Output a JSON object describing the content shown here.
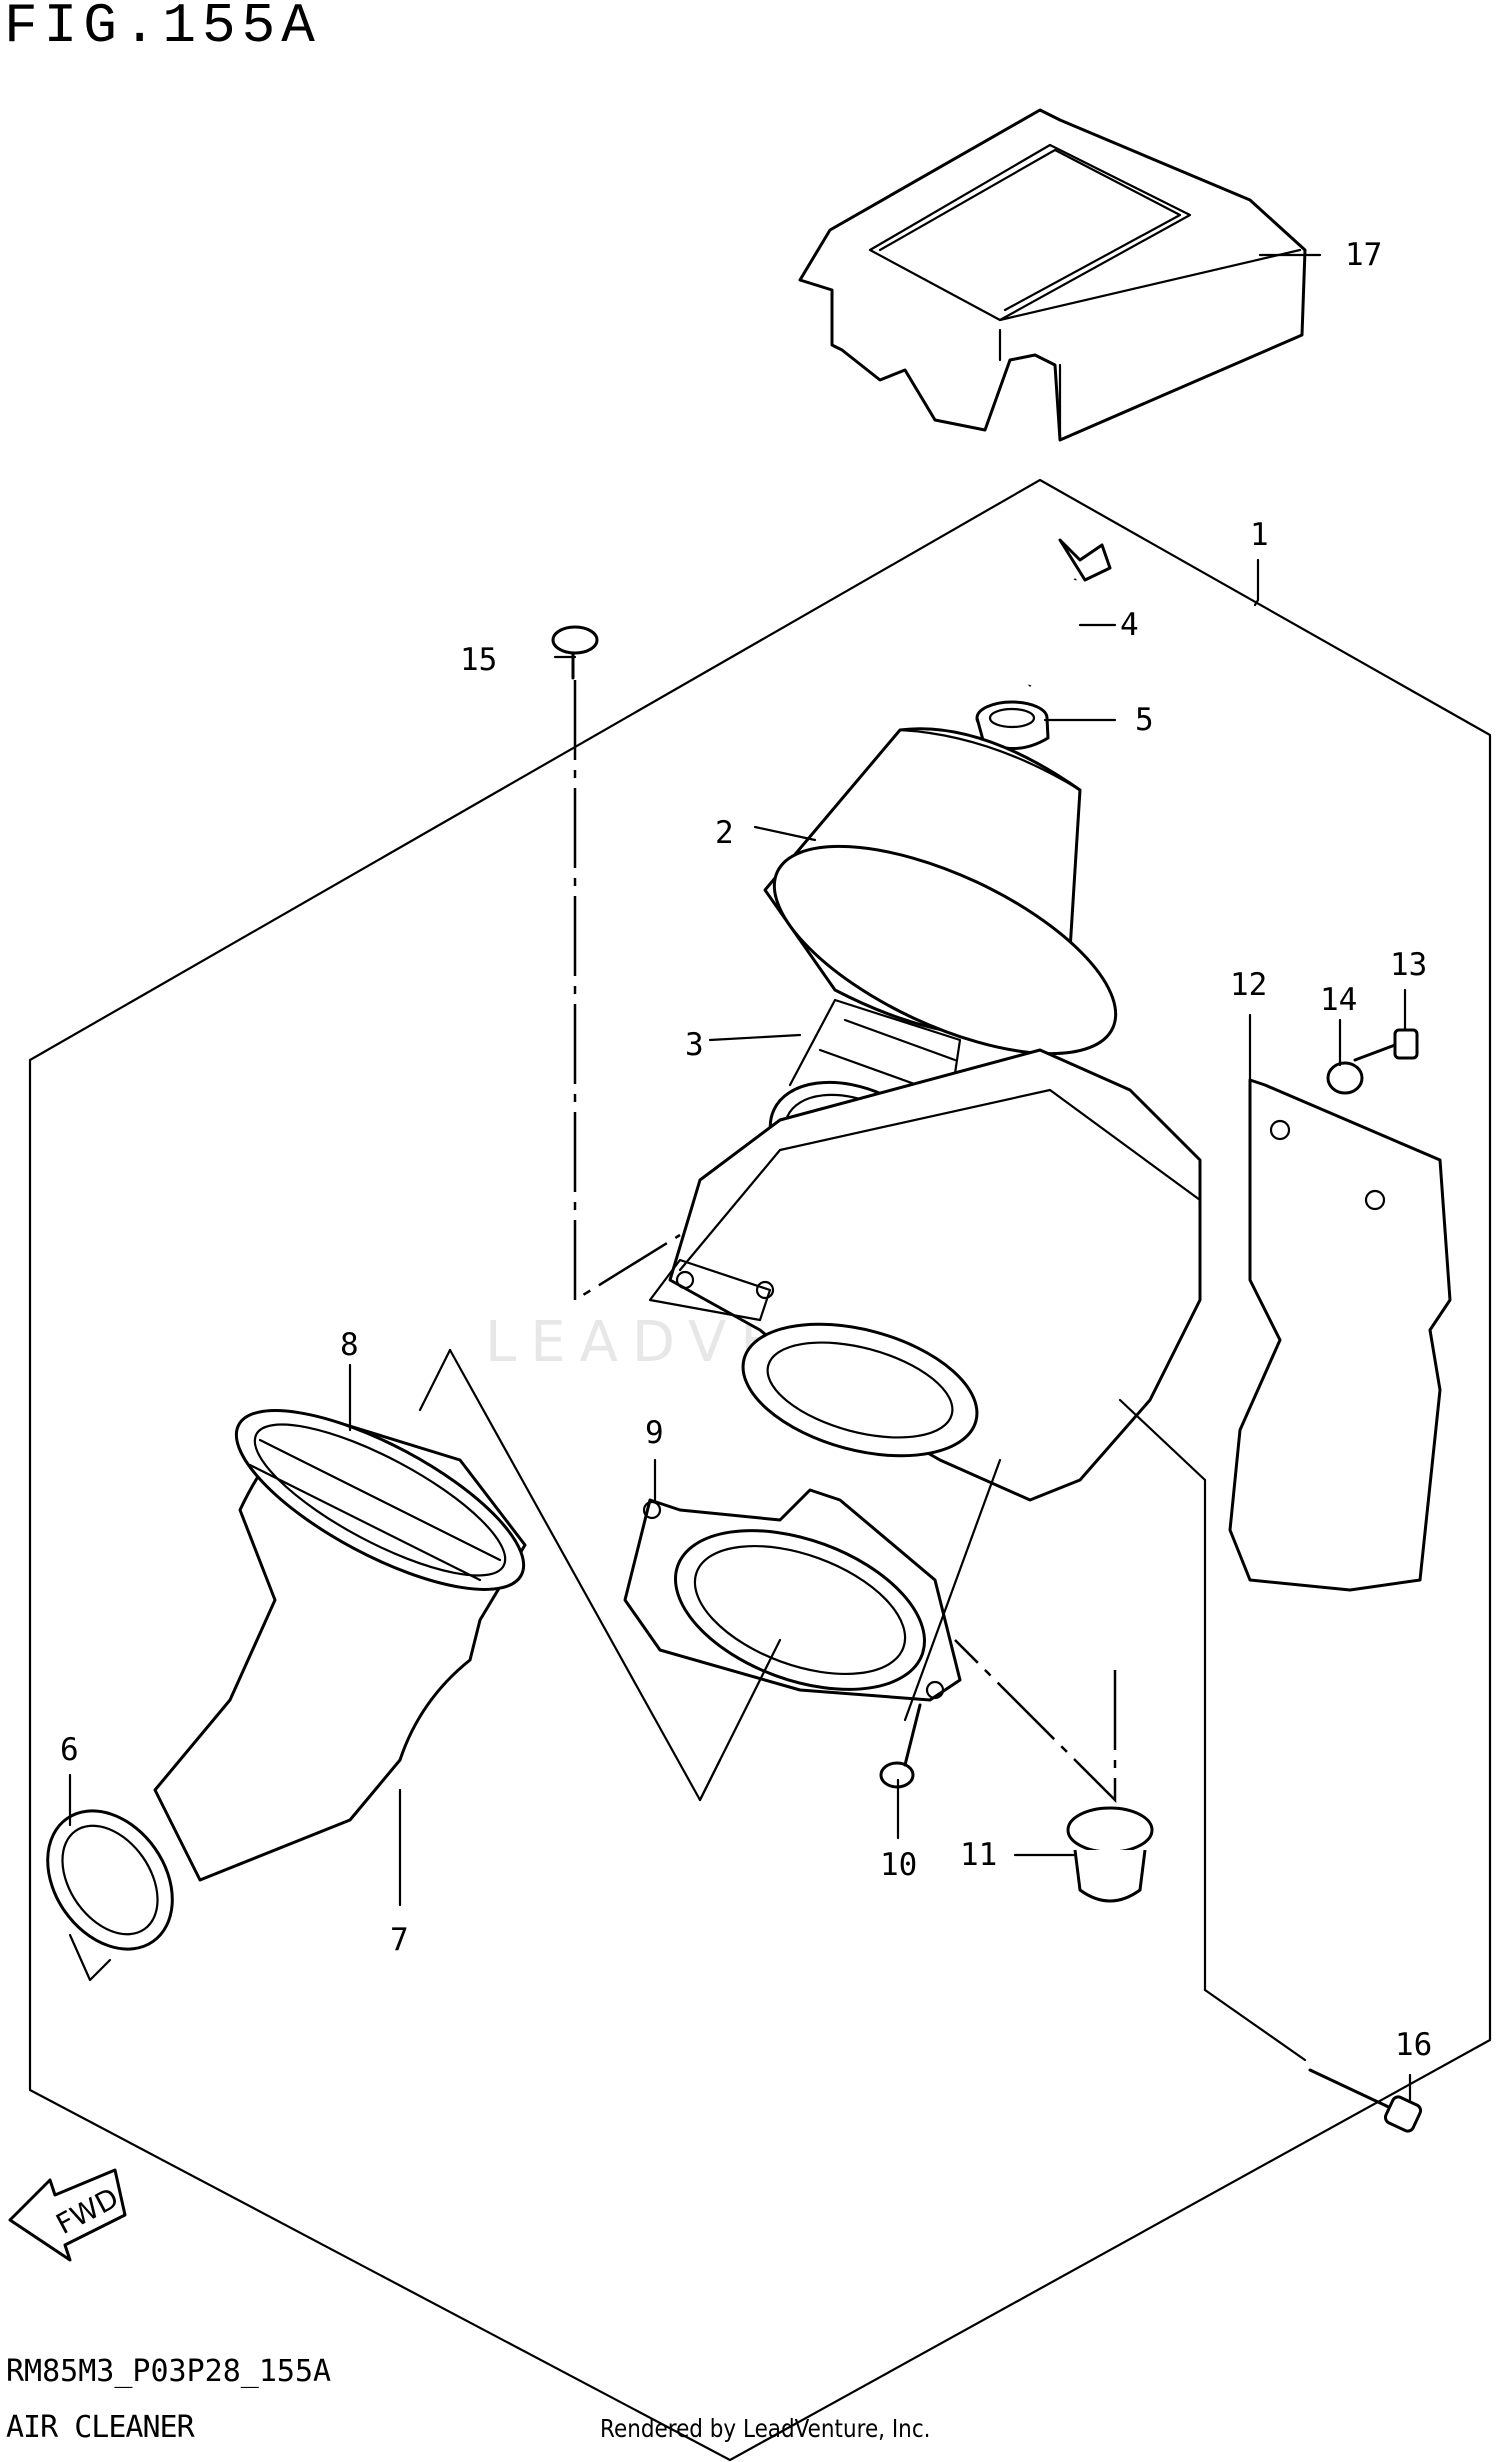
{
  "header": {
    "figure_title": "FIG.155A"
  },
  "footer": {
    "diagram_code": "RM85M3_P03P28_155A",
    "section_name": "AIR CLEANER",
    "credit": "Rendered by LeadVenture, Inc."
  },
  "watermark": {
    "text": "LEADVENTURE"
  },
  "fwd_arrow": {
    "label": "FWD"
  },
  "callouts": {
    "c1": "1",
    "c2": "2",
    "c3": "3",
    "c4": "4",
    "c5": "5",
    "c6": "6",
    "c7": "7",
    "c8": "8",
    "c9": "9",
    "c10": "10",
    "c11": "11",
    "c12": "12",
    "c13": "13",
    "c14": "14",
    "c15": "15",
    "c16": "16",
    "c17": "17"
  }
}
